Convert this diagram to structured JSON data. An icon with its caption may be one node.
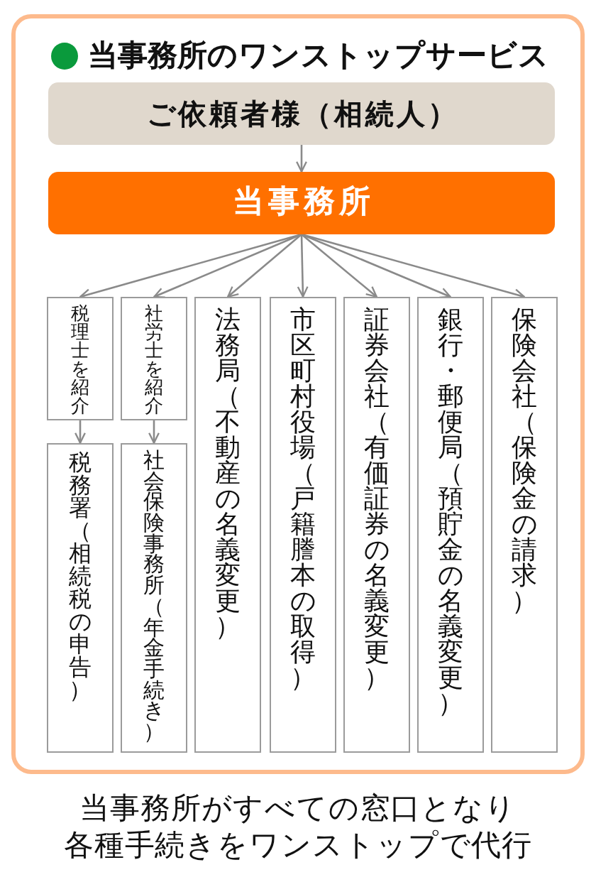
{
  "diagram": {
    "title": "当事務所のワンストップサービス",
    "caption": "当事務所がすべての窓口となり各種手続きをワンストップで代行",
    "nodes": [
      {
        "text": [
          "ご依頼者様（相続人）"
        ]
      },
      {
        "text": [
          "当事務所"
        ]
      },
      {
        "text": [
          "税理士を紹介"
        ]
      },
      {
        "text": [
          "税務署（相続税の申告）"
        ]
      },
      {
        "text": [
          "社労士を紹介"
        ]
      },
      {
        "text": [
          "社会保険事務所（年金手続き）"
        ]
      },
      {
        "text": [
          "法務局（不動産の名義変更）"
        ]
      },
      {
        "text": [
          "市区町村役場（戸籍謄本の取得）"
        ]
      },
      {
        "text": [
          "証券会社（有価証券の名義変更）"
        ]
      },
      {
        "text": [
          "銀行・郵便局（預貯金の名義変更）"
        ]
      },
      {
        "text": [
          "保険会社（保険金の請求）"
        ]
      }
    ],
    "edges": [
      {
        "from": 0,
        "to": 1,
        "arrow": "to"
      },
      {
        "from": 1,
        "to": 2,
        "arrow": "to"
      },
      {
        "from": 1,
        "to": 4,
        "arrow": "to"
      },
      {
        "from": 1,
        "to": 6,
        "arrow": "to"
      },
      {
        "from": 1,
        "to": 7,
        "arrow": "to"
      },
      {
        "from": 1,
        "to": 8,
        "arrow": "to"
      },
      {
        "from": 1,
        "to": 9,
        "arrow": "to"
      },
      {
        "from": 1,
        "to": 10,
        "arrow": "to"
      },
      {
        "from": 2,
        "to": 3,
        "arrow": "to"
      },
      {
        "from": 4,
        "to": 5,
        "arrow": "to"
      }
    ]
  }
}
